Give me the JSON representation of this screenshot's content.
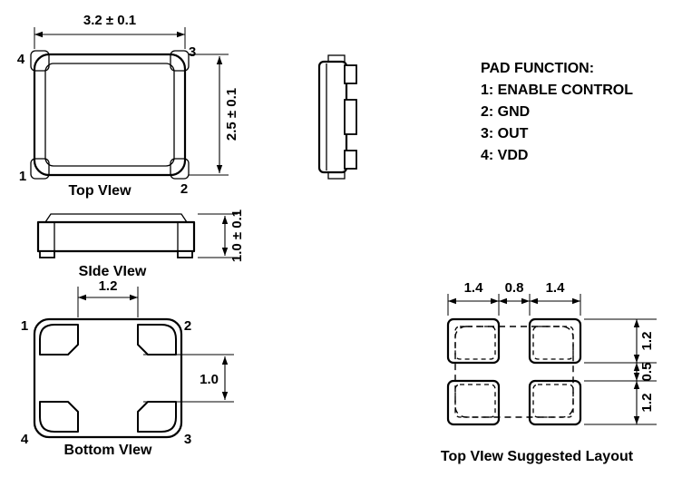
{
  "pad_function": {
    "heading": "PAD FUNCTION:",
    "items": [
      "1: ENABLE CONTROL",
      "2: GND",
      "3: OUT",
      "4: VDD"
    ]
  },
  "top_view": {
    "label": "Top VIew",
    "dim_width": "3.2 ± 0.1",
    "dim_height": "2.5 ± 0.1",
    "pin_tl": "4",
    "pin_tr": "3",
    "pin_bl": "1",
    "pin_br": "2"
  },
  "side_view": {
    "label": "SIde VIew",
    "dim_height": "1.0 ± 0.1"
  },
  "bottom_view": {
    "label": "Bottom VIew",
    "dim_pad_span": "1.2",
    "dim_pad_gap": "1.0",
    "pin_tl": "1",
    "pin_tr": "2",
    "pin_br": "3",
    "pin_bl": "4"
  },
  "layout_view": {
    "label": "Top VIew Suggested Layout",
    "dims_top": [
      "1.4",
      "0.8",
      "1.4"
    ],
    "dims_right": [
      "1.2",
      "0.5",
      "1.2"
    ]
  },
  "colors": {
    "line": "#000000",
    "background": "#ffffff"
  }
}
